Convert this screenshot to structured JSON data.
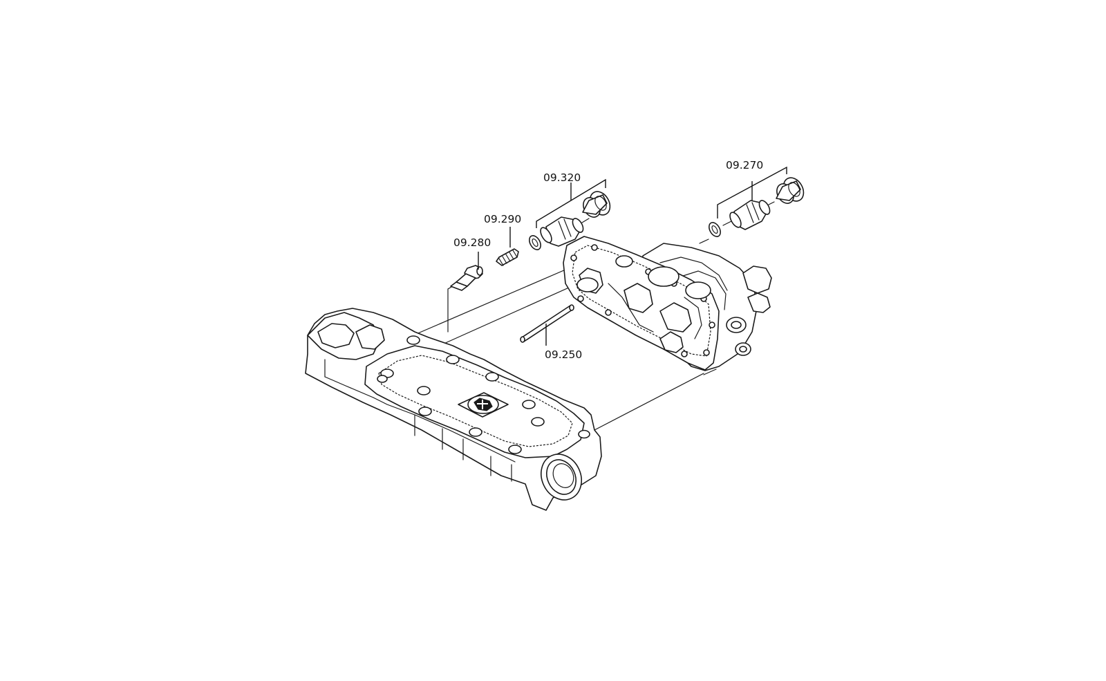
{
  "callouts": [
    {
      "id": "c-09-320",
      "label": "09.320"
    },
    {
      "id": "c-09-290",
      "label": "09.290"
    },
    {
      "id": "c-09-280",
      "label": "09.280"
    },
    {
      "id": "c-09-270",
      "label": "09.270"
    },
    {
      "id": "c-09-250",
      "label": "09.250"
    }
  ]
}
